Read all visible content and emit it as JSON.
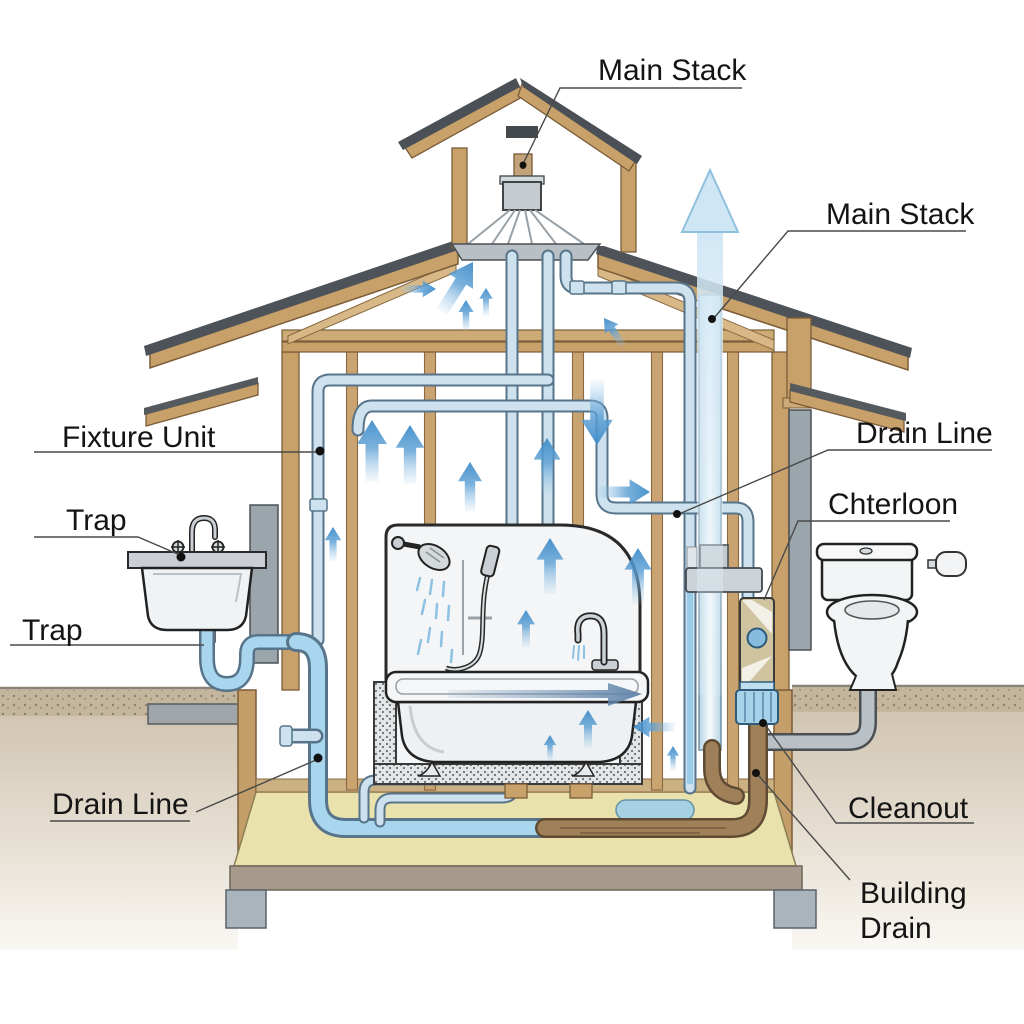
{
  "diagram": {
    "type": "plumbing-dwv-house-cross-section",
    "labels": {
      "main_stack_top": "Main Stack",
      "main_stack_right": "Main Stack",
      "fixture_unit": "Fixture Unit",
      "trap_upper": "Trap",
      "trap_lower": "Trap",
      "drain_line_right": "Drain Line",
      "chterloon": "Chterloon",
      "drain_line_left": "Drain Line",
      "cleanout": "Cleanout",
      "building_drain_line1": "Building",
      "building_drain_line2": "Drain"
    },
    "colors": {
      "label": "#141414",
      "wood": "#c8a06a",
      "wood_dark": "#7a5c38",
      "shingle": "#4d5358",
      "pipe_fill": "#cde2ee",
      "pipe_stroke": "#57748a",
      "water": "#8fc8e8",
      "arrow_blue": "#4f97d0",
      "soil": "#cdc0ab",
      "slab_yellow": "#e9e2ad",
      "foundation_gray": "#a9b4bd",
      "drain_brown": "#a08059",
      "fixture_white": "#f2f5f6"
    }
  }
}
